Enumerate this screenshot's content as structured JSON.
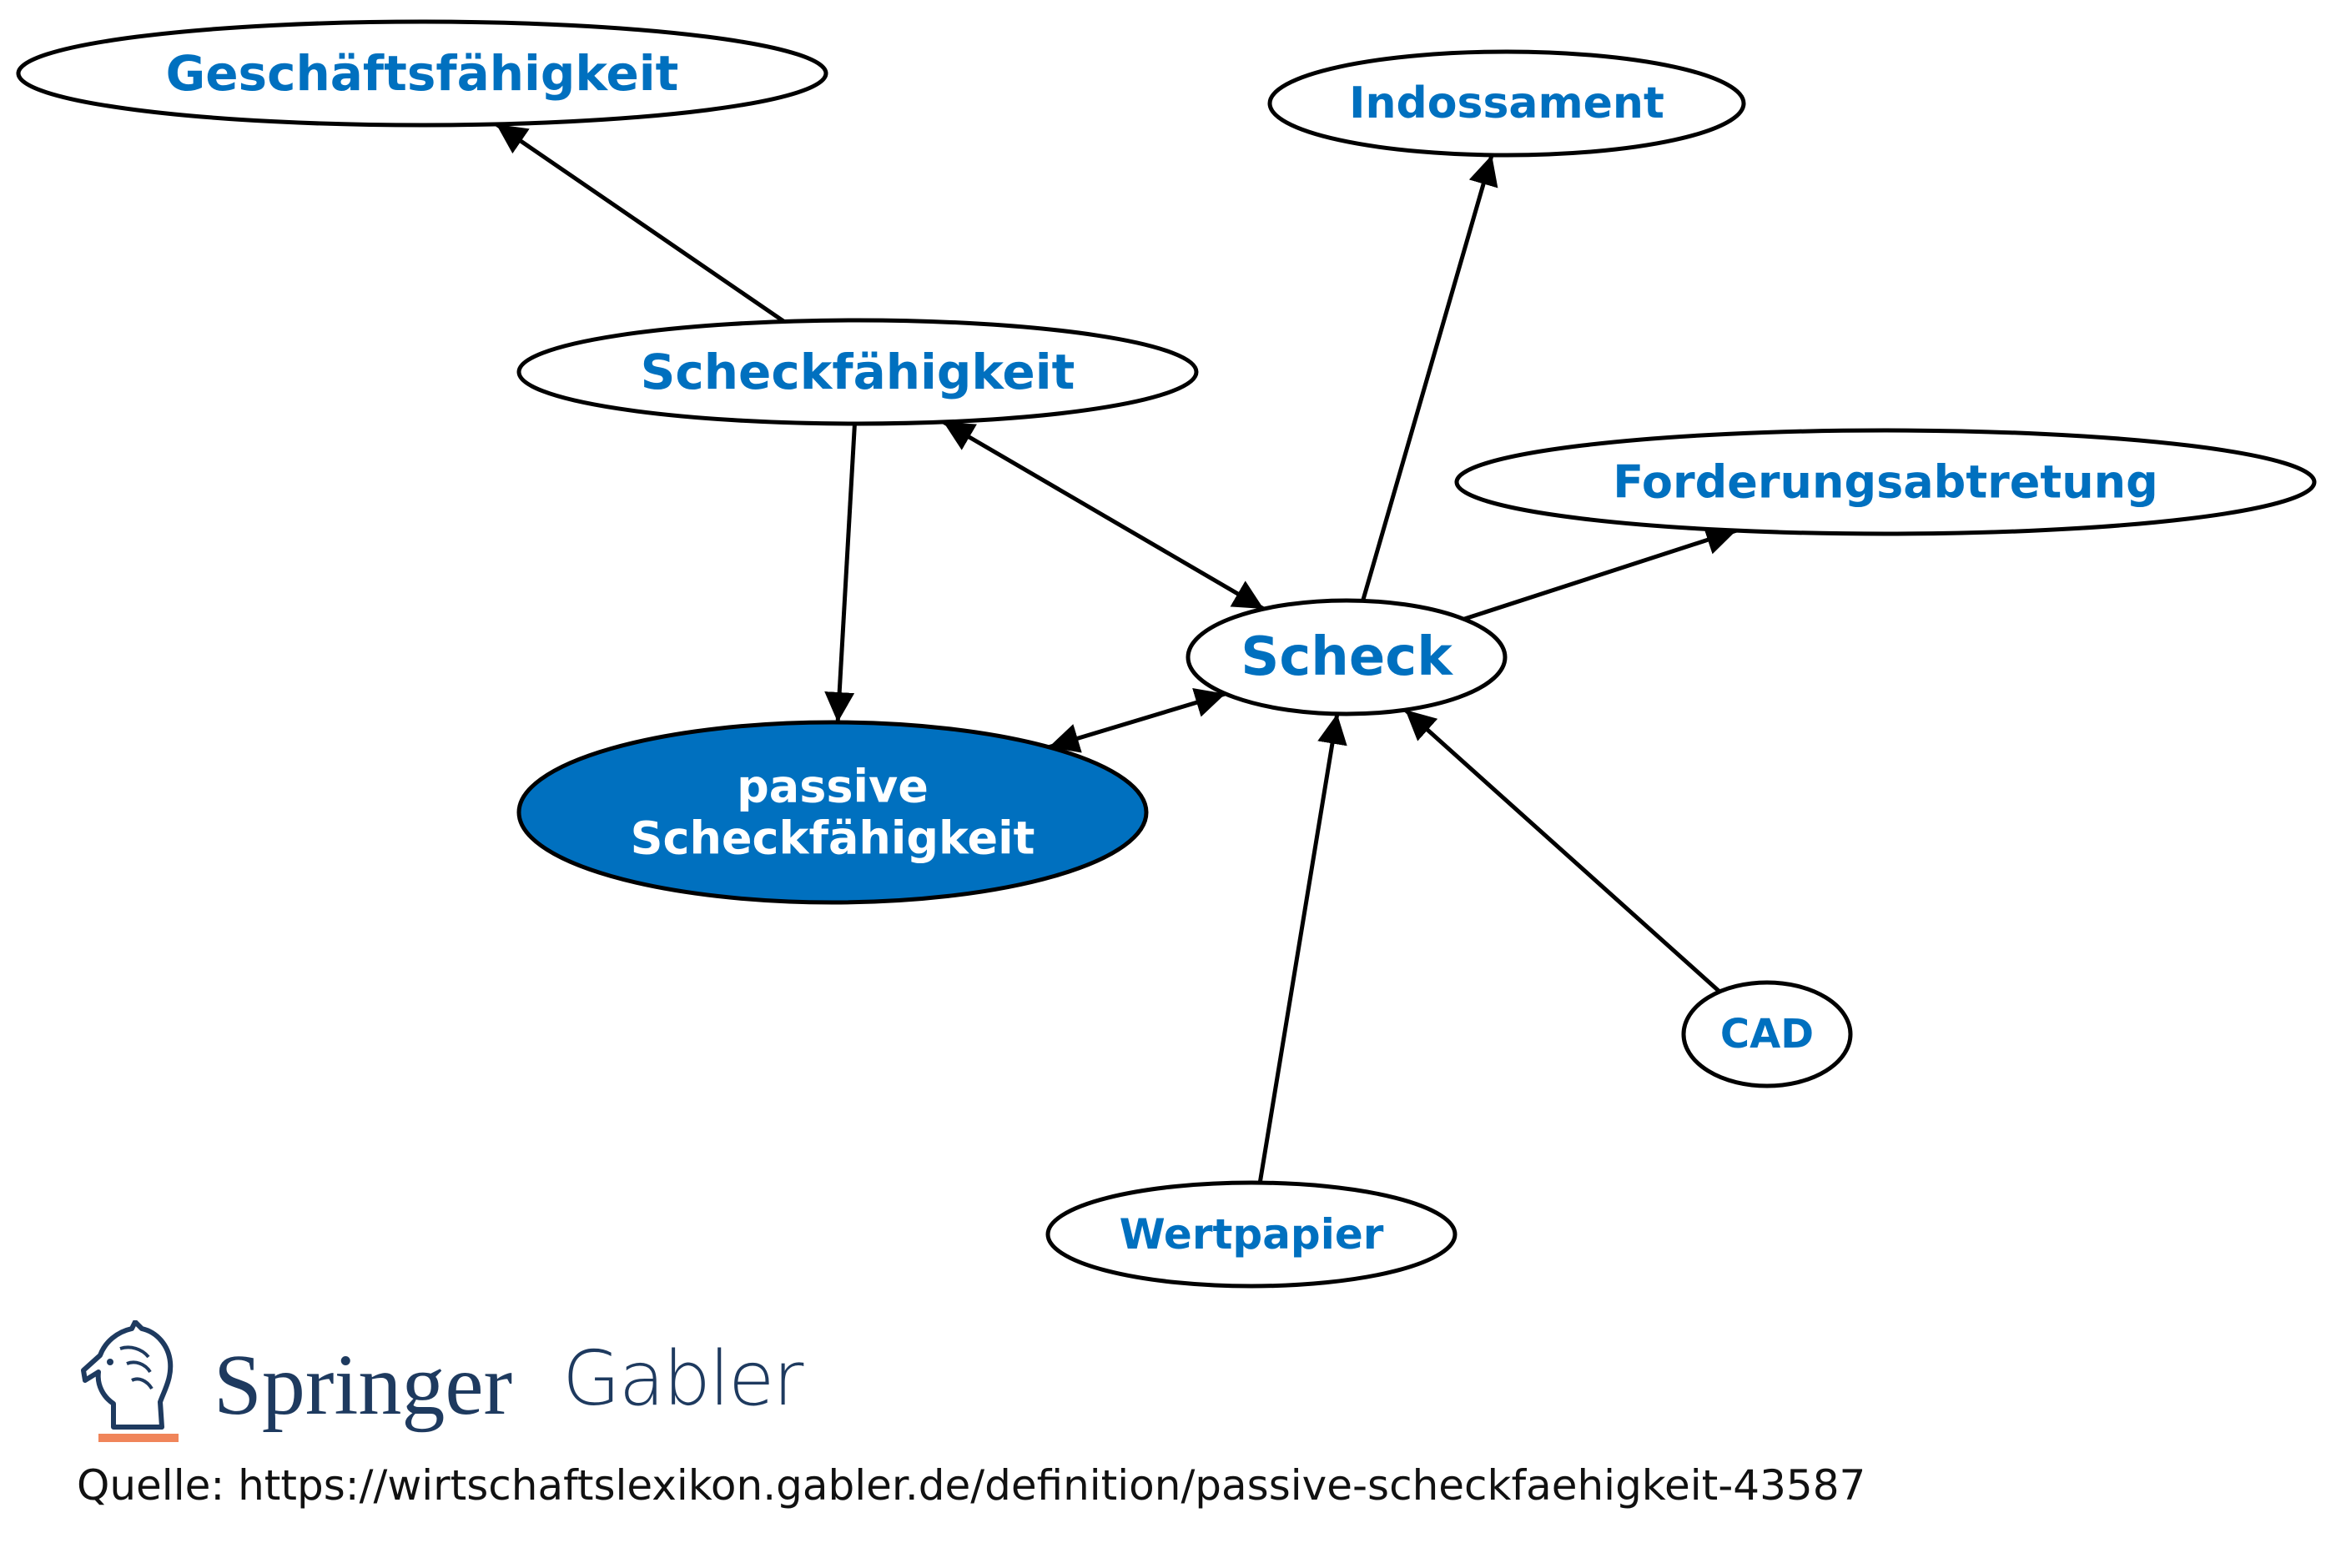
{
  "colors": {
    "accent": "#0070bf",
    "highlight_fill": "#0070bf",
    "highlight_text": "#ffffff",
    "edge": "#000000",
    "brand": "#1e3a5f",
    "brand_underline": "#f0855a"
  },
  "diagram": {
    "nodes": [
      {
        "id": "geschaeftsfaehigkeit",
        "label": [
          "Geschäftsfähigkeit"
        ]
      },
      {
        "id": "indossament",
        "label": [
          "Indossament"
        ]
      },
      {
        "id": "scheckfaehigkeit",
        "label": [
          "Scheckfähigkeit"
        ]
      },
      {
        "id": "forderungsabtretung",
        "label": [
          "Forderungsabtretung"
        ]
      },
      {
        "id": "scheck",
        "label": [
          "Scheck"
        ]
      },
      {
        "id": "passive-scheckfaehigkeit",
        "label": [
          "passive",
          "Scheckfähigkeit"
        ],
        "highlighted": true
      },
      {
        "id": "cad",
        "label": [
          "CAD"
        ]
      },
      {
        "id": "wertpapier",
        "label": [
          "Wertpapier"
        ]
      }
    ],
    "edges": [
      {
        "from": "scheckfaehigkeit",
        "to": "geschaeftsfaehigkeit",
        "direction": "forward"
      },
      {
        "from": "scheckfaehigkeit",
        "to": "scheck",
        "direction": "both"
      },
      {
        "from": "scheckfaehigkeit",
        "to": "passive-scheckfaehigkeit",
        "direction": "forward"
      },
      {
        "from": "scheck",
        "to": "indossament",
        "direction": "forward"
      },
      {
        "from": "scheck",
        "to": "forderungsabtretung",
        "direction": "forward"
      },
      {
        "from": "passive-scheckfaehigkeit",
        "to": "scheck",
        "direction": "both"
      },
      {
        "from": "cad",
        "to": "scheck",
        "direction": "forward"
      },
      {
        "from": "wertpapier",
        "to": "scheck",
        "direction": "forward"
      }
    ]
  },
  "logo": {
    "icon": "springer-horse-icon",
    "brand_name": "Springer",
    "brand_suffix": "Gabler"
  },
  "footer": {
    "source": "Quelle: https://wirtschaftslexikon.gabler.de/definition/passive-scheckfaehigkeit-43587"
  }
}
